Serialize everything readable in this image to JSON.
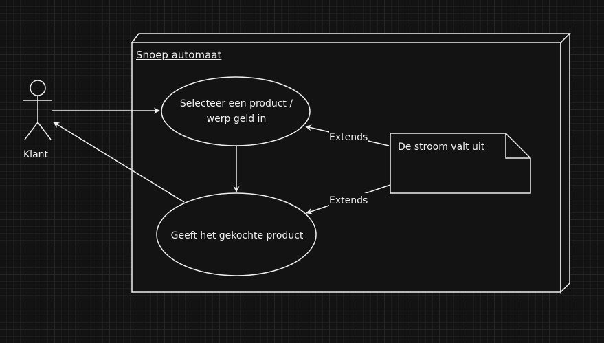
{
  "system": {
    "title": "Snoep automaat"
  },
  "actor": {
    "label": "Klant"
  },
  "use_cases": [
    {
      "label_line1": "Selecteer een product /",
      "label_line2": "werp geld in"
    },
    {
      "label_line1": "Geeft het gekochte product"
    }
  ],
  "note": {
    "text": "De stroom valt uit"
  },
  "relations": [
    {
      "label": "Extends"
    },
    {
      "label": "Extends"
    }
  ],
  "colors": {
    "background": "#131313",
    "stroke": "#f0f0f0",
    "text": "#f0f0f0"
  }
}
